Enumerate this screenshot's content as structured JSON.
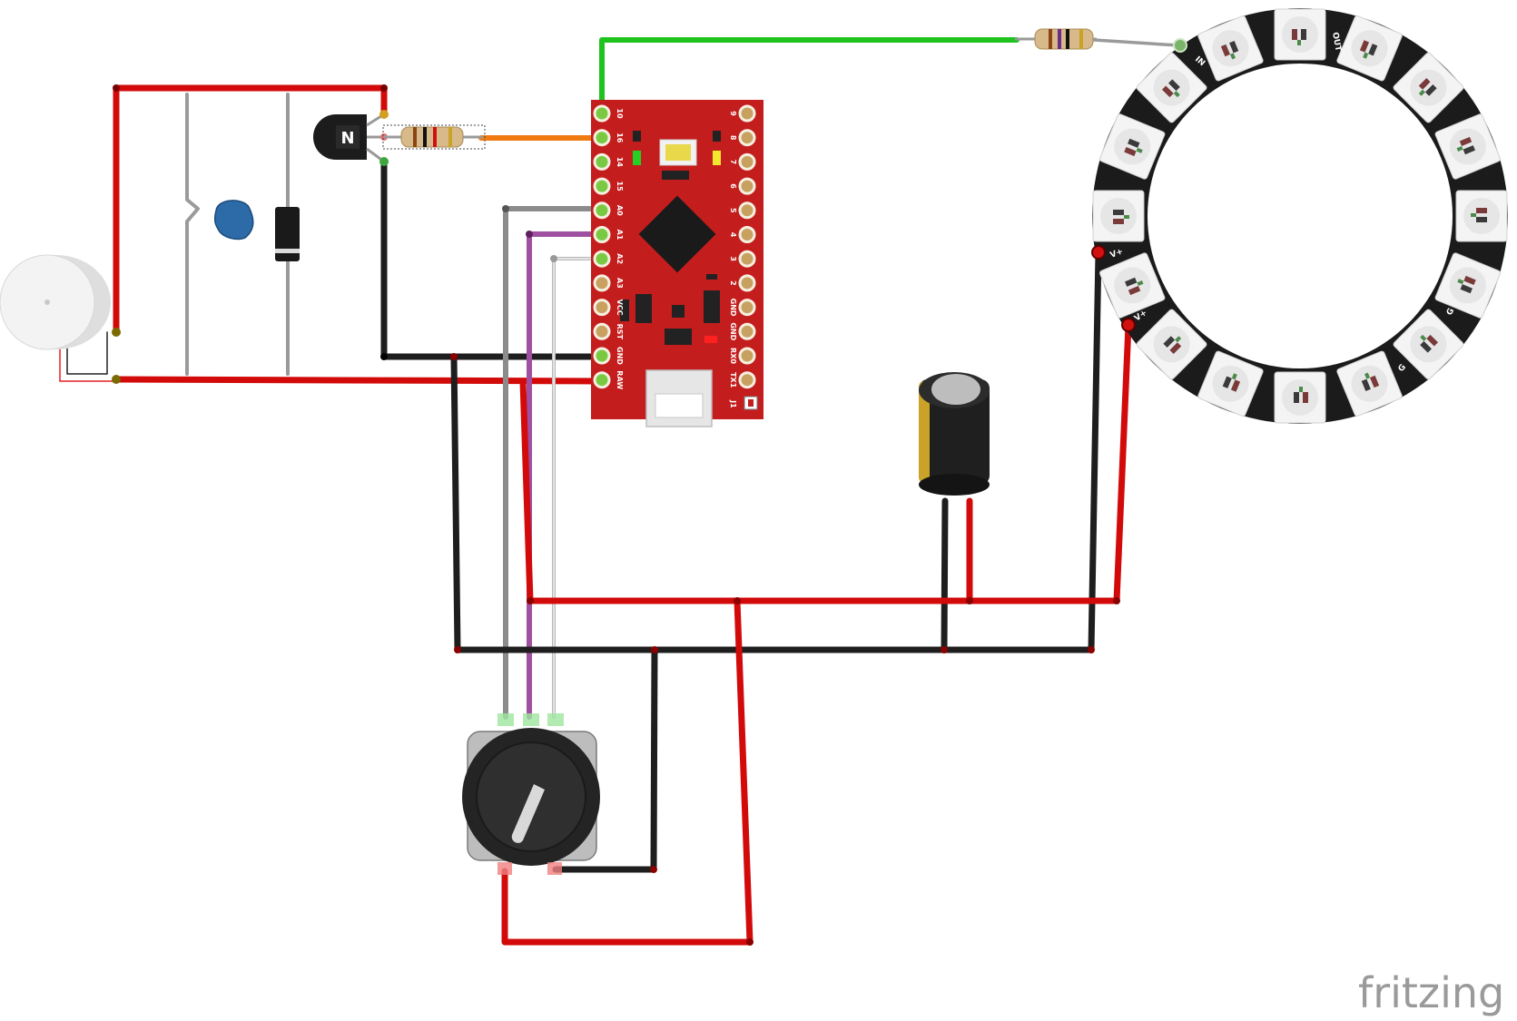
{
  "diagram": {
    "logo": "fritzing",
    "board": {
      "left_pins": [
        "10",
        "16",
        "14",
        "15",
        "A0",
        "A1",
        "A2",
        "A3",
        "VCC",
        "RST",
        "GND",
        "RAW"
      ],
      "right_pins": [
        "9",
        "8",
        "7",
        "6",
        "5",
        "4",
        "3",
        "2",
        "GND",
        "GND",
        "RX0",
        "TX1",
        "J1"
      ]
    },
    "ring": {
      "in_label": "IN",
      "out_label": "OUT",
      "vplus_label_1": "V+",
      "vplus_label_2": "V+",
      "g_label_1": "G",
      "g_label_2": "G"
    },
    "transistor_label": "N",
    "colors": {
      "power": "#d20a0a",
      "ground": "#1e1e1e",
      "data": "#1ec31e",
      "signal": "#ef7a10",
      "pot_a0": "#8c8c8c",
      "pot_a1": "#a050a0",
      "pot_a2": "#c8c8c8",
      "board": "#c41d1d"
    }
  }
}
